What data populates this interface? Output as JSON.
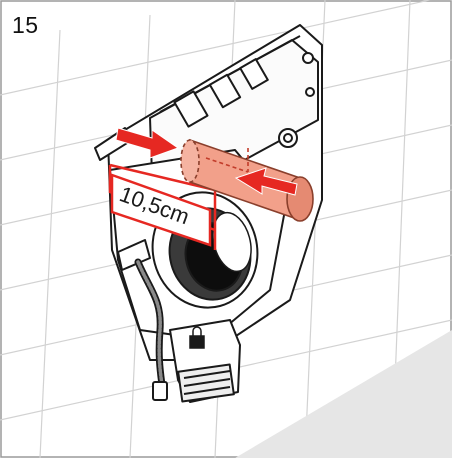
{
  "step": {
    "number": "15"
  },
  "measurement": {
    "label": "10,5cm"
  },
  "colors": {
    "pipe_fill": "#f2a08a",
    "pipe_edge": "#8a3f2c",
    "arrow": "#e62822",
    "tile_line": "#cfcfcf",
    "floor_shade": "#e4e4e4",
    "frame_border": "#9a9a9a"
  },
  "icons": {
    "arrow_left": "arrow-right-pointing",
    "arrow_right": "arrow-left-pointing",
    "hose": "flexible-hose-icon",
    "lock": "padlock-icon"
  }
}
